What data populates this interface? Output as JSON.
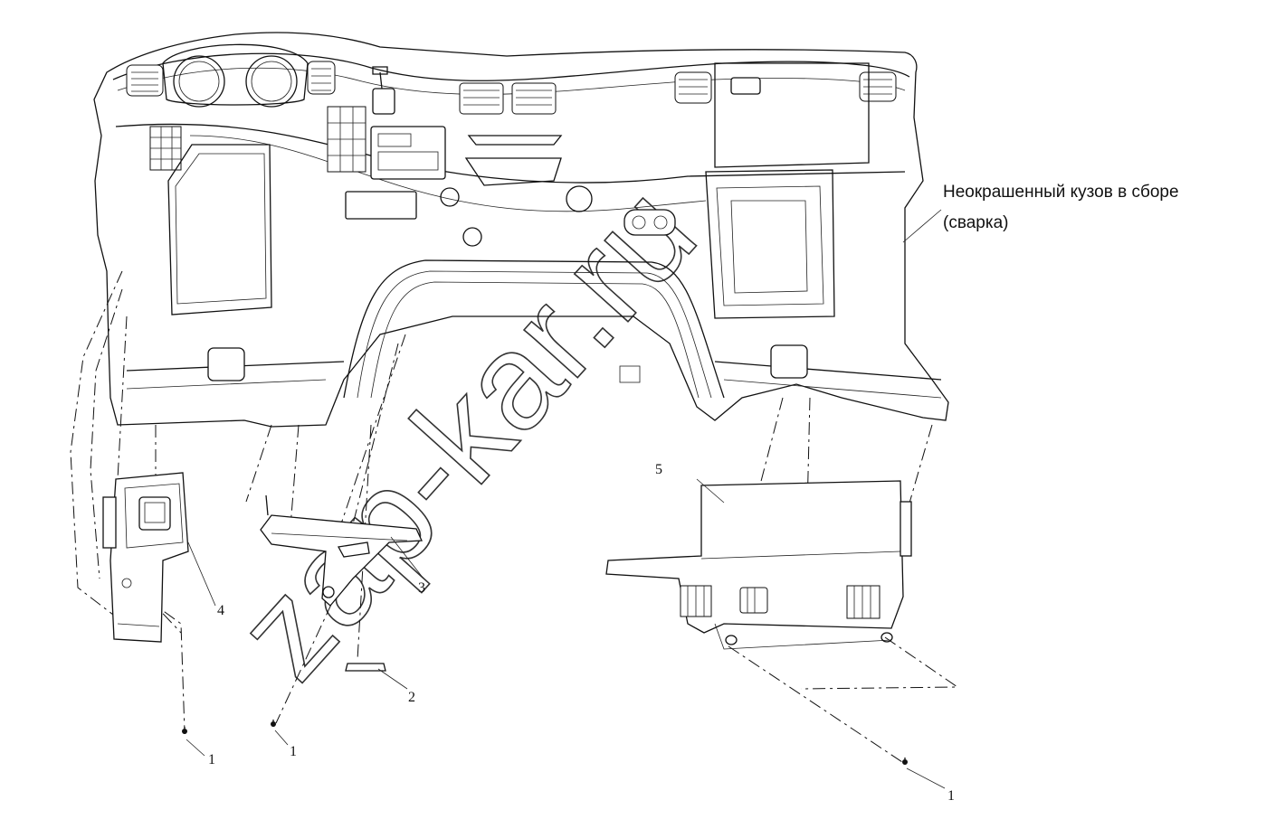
{
  "callout_body": {
    "line1": "Неокрашенный кузов в сборе",
    "line2": "(сварка)"
  },
  "part_numbers": {
    "p1_left": "1",
    "p1_mid": "1",
    "p1_right": "1",
    "p2": "2",
    "p3": "3",
    "p4": "4",
    "p5": "5"
  },
  "watermark": "zap-kar.ru"
}
